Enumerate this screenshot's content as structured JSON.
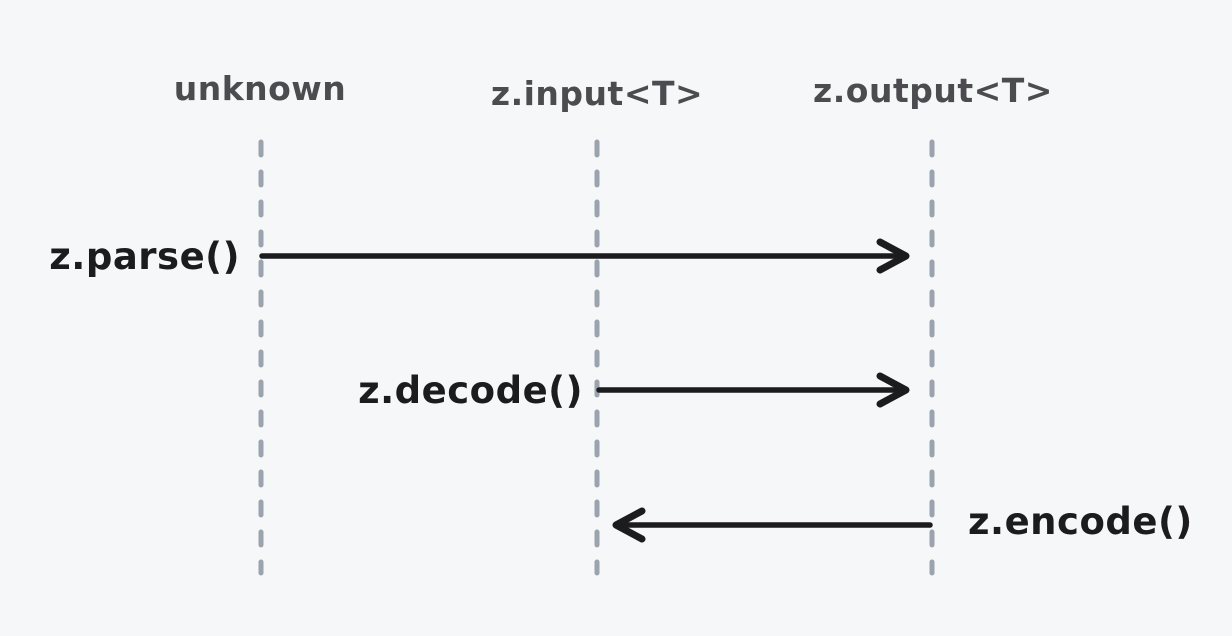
{
  "diagram": {
    "type": "sequence",
    "lifelines": [
      {
        "id": "unknown",
        "label": "unknown"
      },
      {
        "id": "z-input",
        "label": "z.input<T>"
      },
      {
        "id": "z-output",
        "label": "z.output<T>"
      }
    ],
    "messages": [
      {
        "label": "z.parse()",
        "from": "unknown",
        "to": "z-output",
        "direction": "right",
        "label_side": "left-of-tail"
      },
      {
        "label": "z.decode()",
        "from": "z-input",
        "to": "z-output",
        "direction": "right",
        "label_side": "left-of-tail"
      },
      {
        "label": "z.encode()",
        "from": "z-output",
        "to": "z-input",
        "direction": "left",
        "label_side": "right-of-tail"
      }
    ],
    "colors": {
      "background": "#f6f7f9",
      "lifeline": "#9aa3ae",
      "arrow": "#1c1c1f",
      "header_text": "#4c4c50",
      "message_text": "#1c1c1f"
    }
  }
}
